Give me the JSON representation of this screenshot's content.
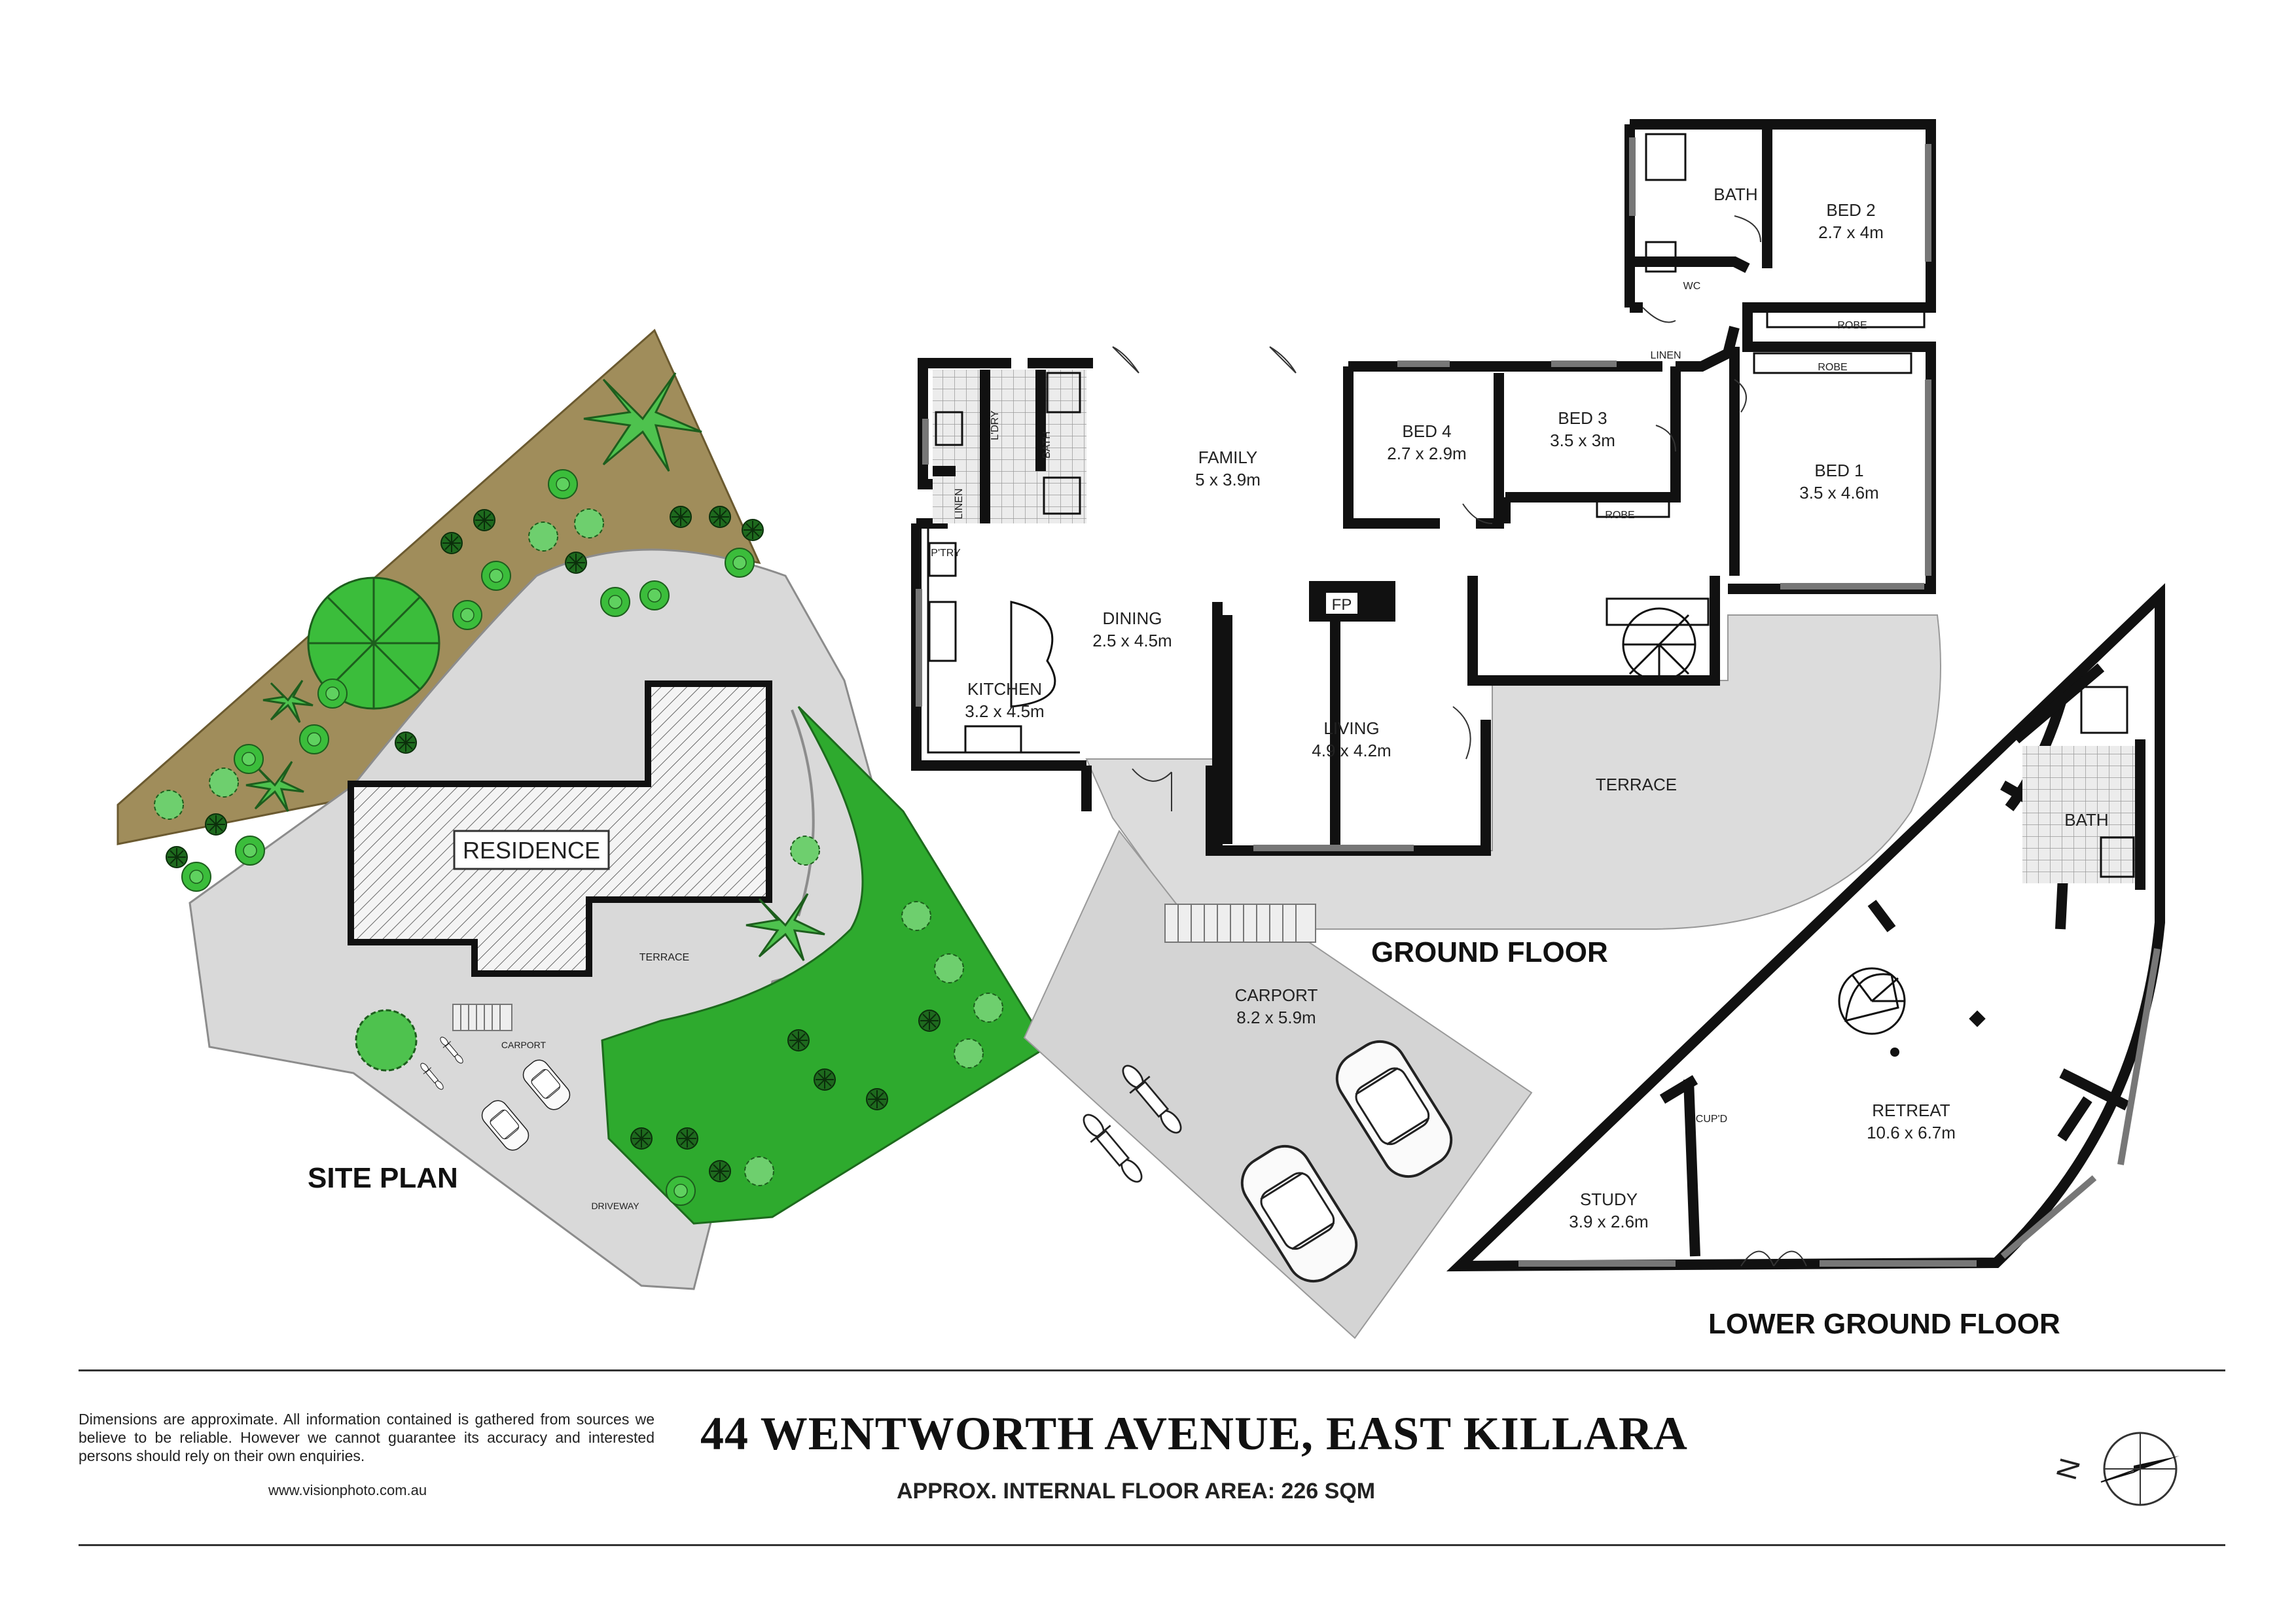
{
  "address": "44 WENTWORTH AVENUE, EAST KILLARA",
  "floor_area": "APPROX. INTERNAL FLOOR AREA: 226 SQM",
  "disclaimer": "Dimensions are approximate. All information contained is gathered from sources we believe to be reliable. However we cannot guarantee its accuracy and interested persons should rely on their own enquiries.",
  "website": "www.visionphoto.com.au",
  "plans": {
    "site_plan": "SITE PLAN",
    "ground_floor": "GROUND FLOOR",
    "lower_ground_floor": "LOWER GROUND FLOOR"
  },
  "site": {
    "residence": "RESIDENCE",
    "terrace": "TERRACE",
    "carport": "CARPORT",
    "driveway": "DRIVEWAY"
  },
  "ground": {
    "family": {
      "name": "FAMILY",
      "size": "5 x 3.9m"
    },
    "dining": {
      "name": "DINING",
      "size": "2.5 x 4.5m"
    },
    "kitchen": {
      "name": "KITCHEN",
      "size": "3.2 x 4.5m"
    },
    "living": {
      "name": "LIVING",
      "size": "4.9 x 4.2m"
    },
    "bed4": {
      "name": "BED 4",
      "size": "2.7 x 2.9m"
    },
    "bed3": {
      "name": "BED 3",
      "size": "3.5 x 3m"
    },
    "bed2": {
      "name": "BED 2",
      "size": "2.7 x 4m"
    },
    "bed1": {
      "name": "BED 1",
      "size": "3.5 x 4.6m"
    },
    "carport": {
      "name": "CARPORT",
      "size": "8.2 x 5.9m"
    },
    "terrace": "TERRACE",
    "bath": "BATH",
    "bath_small": "BATH",
    "ldry": "L'DRY",
    "linen": "LINEN",
    "linen2": "LINEN",
    "ptry": "P'TRY",
    "fp": "FP",
    "robe_bed2": "ROBE",
    "robe_bed1": "ROBE",
    "robe_bed3": "ROBE",
    "wc": "WC"
  },
  "lower": {
    "retreat": {
      "name": "RETREAT",
      "size": "10.6 x 6.7m"
    },
    "study": {
      "name": "STUDY",
      "size": "3.9 x 2.6m"
    },
    "bath": "BATH",
    "cupd": "CUP'D"
  },
  "compass": {
    "letter": "N"
  },
  "colors": {
    "garden": "#a08d5b",
    "lawn": "#2eaa2e",
    "paving": "#d9d9d9",
    "walls": "#111111"
  }
}
